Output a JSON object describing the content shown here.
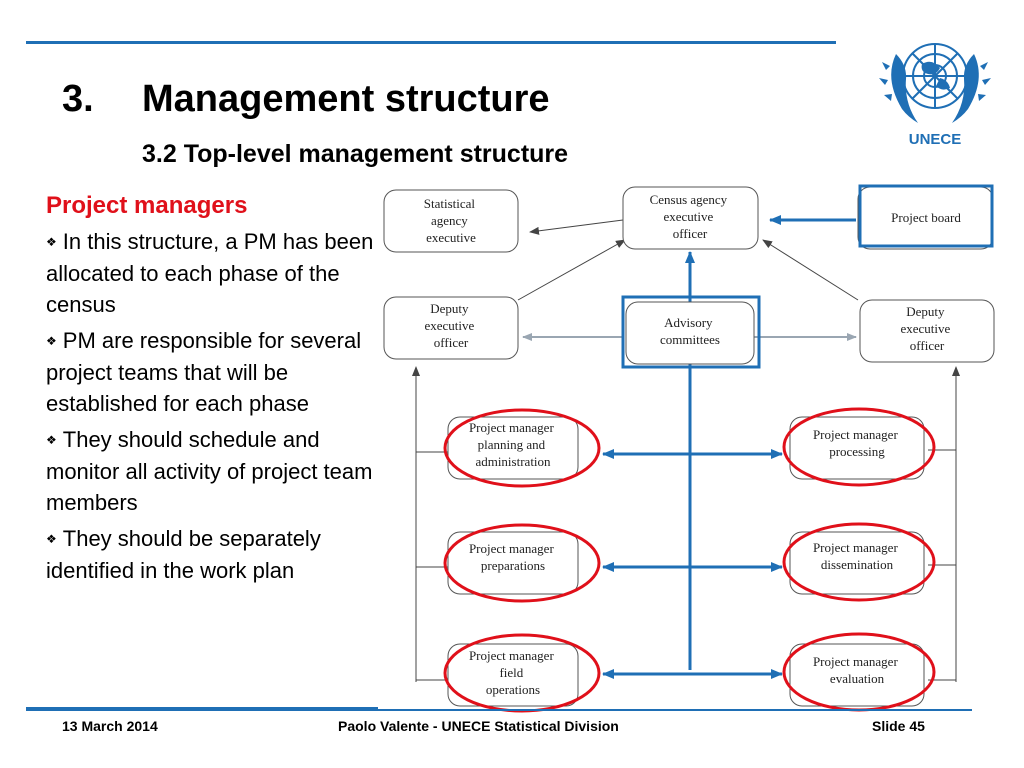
{
  "title": {
    "number": "3.",
    "main": "Management structure",
    "subtitle": "3.2 Top-level management structure"
  },
  "logo": {
    "text": "UNECE",
    "color": "#1f6fb5"
  },
  "left": {
    "heading": "Project managers",
    "bullets": [
      "In this structure, a PM has been allocated to each phase of the census",
      "PM are responsible for several project teams that will be established for each phase",
      "They should schedule and monitor all activity of project team members",
      "They should be separately identified in the work plan"
    ]
  },
  "diagram": {
    "nodes": {
      "stat_exec": [
        "Statistical",
        "agency",
        "executive"
      ],
      "census_exec": [
        "Census agency",
        "executive",
        "officer"
      ],
      "project_board": [
        "Project board"
      ],
      "deputy_left": [
        "Deputy",
        "executive",
        "officer"
      ],
      "advisory": [
        "Advisory",
        "committees"
      ],
      "deputy_right": [
        "Deputy",
        "executive",
        "officer"
      ],
      "pm_planning": [
        "Project manager",
        "planning and",
        "administration"
      ],
      "pm_processing": [
        "Project manager",
        "processing"
      ],
      "pm_preparations": [
        "Project manager",
        "preparations"
      ],
      "pm_dissemination": [
        "Project manager",
        "dissemination"
      ],
      "pm_field": [
        "Project manager",
        "field",
        "operations"
      ],
      "pm_evaluation": [
        "Project manager",
        "evaluation"
      ]
    },
    "colors": {
      "highlight_blue": "#1f6fb5",
      "highlight_red": "#e0101a",
      "line_gray": "#555555"
    }
  },
  "footer": {
    "date": "13 March 2014",
    "author": "Paolo Valente - UNECE Statistical Division",
    "slide": "Slide 45"
  }
}
